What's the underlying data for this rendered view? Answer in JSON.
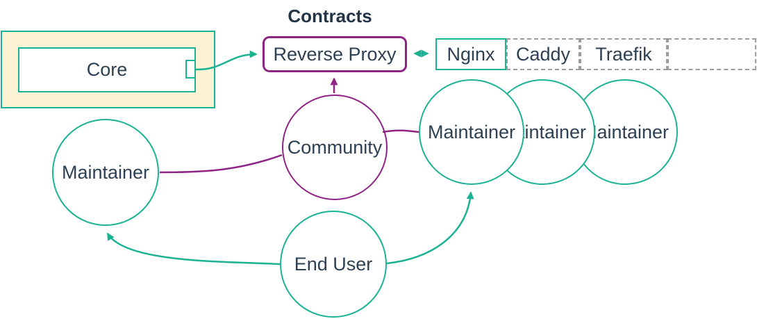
{
  "title": "Contracts",
  "colors": {
    "teal": "#1cb294",
    "purple": "#8e2483",
    "container_fill": "#fbf3d4",
    "dashed_border": "#9b9b9b",
    "text": "#2e4154"
  },
  "nodes": {
    "core": {
      "label": "Core"
    },
    "reverse_proxy": {
      "label": "Reverse Proxy"
    },
    "community": {
      "label": "Community"
    },
    "maintainer_left": {
      "label": "Maintainer"
    },
    "end_user": {
      "label": "End User"
    },
    "maintainers_right": [
      {
        "label": "Maintainer"
      },
      {
        "label": "Maintainer"
      },
      {
        "label": "Maintainer"
      }
    ],
    "proxy_options": [
      {
        "label": "Nginx"
      },
      {
        "label": "Caddy"
      },
      {
        "label": "Traefik"
      },
      {
        "label": ""
      }
    ]
  },
  "edges": [
    {
      "from": "core",
      "to": "reverse_proxy",
      "style": "teal-arrow"
    },
    {
      "from": "reverse_proxy",
      "to": "nginx",
      "style": "teal-double-arrow"
    },
    {
      "from": "community",
      "to": "reverse_proxy",
      "style": "purple-arrow"
    },
    {
      "from": "community",
      "to": "maintainer_left",
      "style": "purple-line"
    },
    {
      "from": "community",
      "to": "maintainer_right_1",
      "style": "purple-line"
    },
    {
      "from": "end_user",
      "to": "maintainer_left",
      "style": "teal-arrow"
    },
    {
      "from": "end_user",
      "to": "maintainer_right_1",
      "style": "teal-arrow"
    }
  ]
}
